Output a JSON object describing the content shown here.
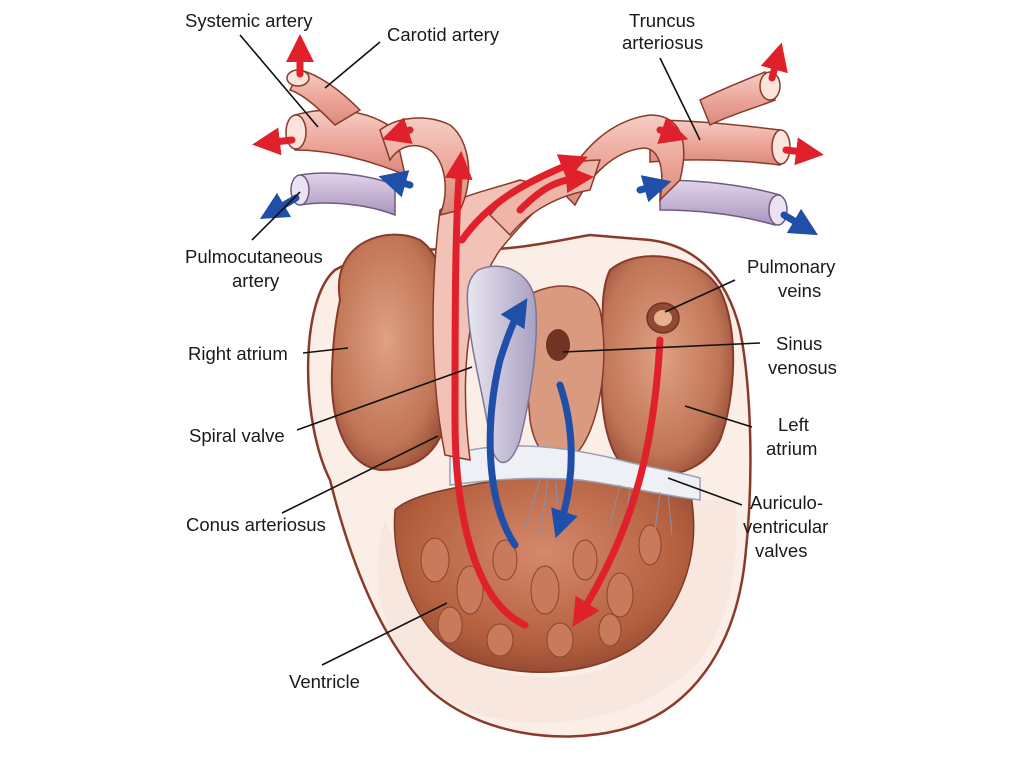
{
  "labels": {
    "systemic_artery": "Systemic artery",
    "carotid_artery": "Carotid artery",
    "truncus_1": "Truncus",
    "truncus_2": "arteriosus",
    "pulmocutaneous_1": "Pulmocutaneous",
    "pulmocutaneous_2": "artery",
    "right_atrium": "Right atrium",
    "spiral_valve": "Spiral valve",
    "conus_arteriosus": "Conus arteriosus",
    "ventricle": "Ventricle",
    "pulmonary_1": "Pulmonary",
    "pulmonary_2": "veins",
    "sinus_1": "Sinus",
    "sinus_2": "venosus",
    "left_atrium_1": "Left",
    "left_atrium_2": "atrium",
    "av_1": "Auriculo-",
    "av_2": "ventricular",
    "av_3": "valves"
  },
  "colors": {
    "oxygenated_flow": "#e0202a",
    "deoxygenated_flow": "#1f4fa8",
    "muscle": "#b8644a",
    "artery_pink": "#f0b3a8",
    "pulmocutaneous_lilac": "#c8b4d6",
    "outline": "#8a3a2a"
  }
}
